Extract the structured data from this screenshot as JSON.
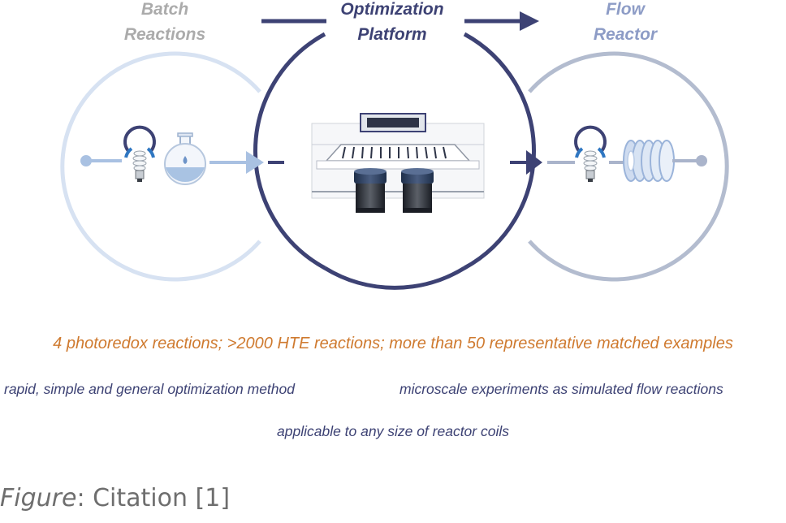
{
  "stages": {
    "batch": {
      "line1": "Batch",
      "line2": "Reactions"
    },
    "optimization": {
      "line1": "Optimization",
      "line2": "Platform"
    },
    "flow": {
      "line1": "Flow",
      "line2": "Reactor"
    }
  },
  "summary": "4 photoredox reactions; >2000 HTE reactions; more than 50 representative matched examples",
  "benefits": {
    "left": "rapid, simple and general optimization method",
    "right": "microscale experiments as simulated flow reactions",
    "center": "applicable to any size of reactor coils"
  },
  "caption": {
    "label": "Figure",
    "text": ": Citation [1]"
  },
  "icons": [
    "light-bulb-icon",
    "round-bottom-flask-icon",
    "hte-plate-reactor-icon",
    "vial-icon",
    "reactor-coil-icon"
  ],
  "colors": {
    "batch": "#cfdcee",
    "optimization": "#3d4274",
    "flow": "#aab4cb",
    "stats_text": "#cf7a2f",
    "benefit_text": "#3d4274"
  }
}
